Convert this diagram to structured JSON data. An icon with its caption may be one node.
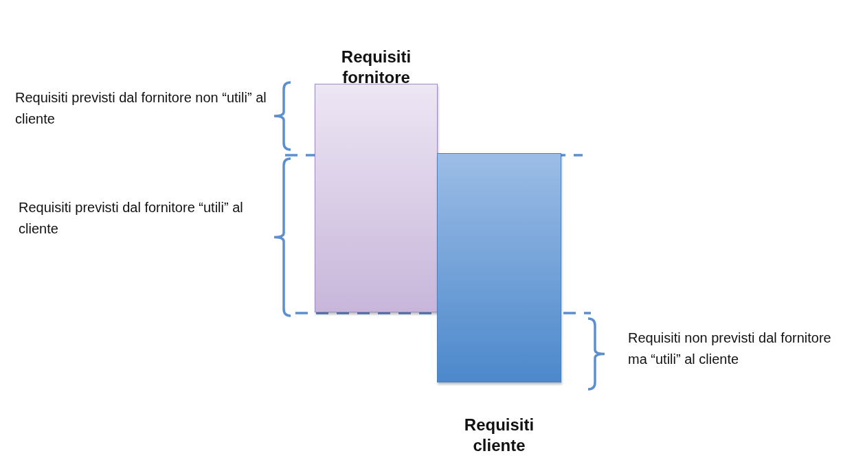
{
  "diagram": {
    "nodes": [
      {
        "text": [
          "Requisiti fornitore"
        ]
      },
      {
        "text": [
          "Requisiti cliente"
        ]
      }
    ],
    "labels": [
      "Requisiti previsti dal fornitore non “utili” al cliente",
      "Requisiti previsti dal fornitore “utili” al cliente",
      "Requisiti non previsti dal fornitore ma  “utili” al cliente"
    ]
  }
}
